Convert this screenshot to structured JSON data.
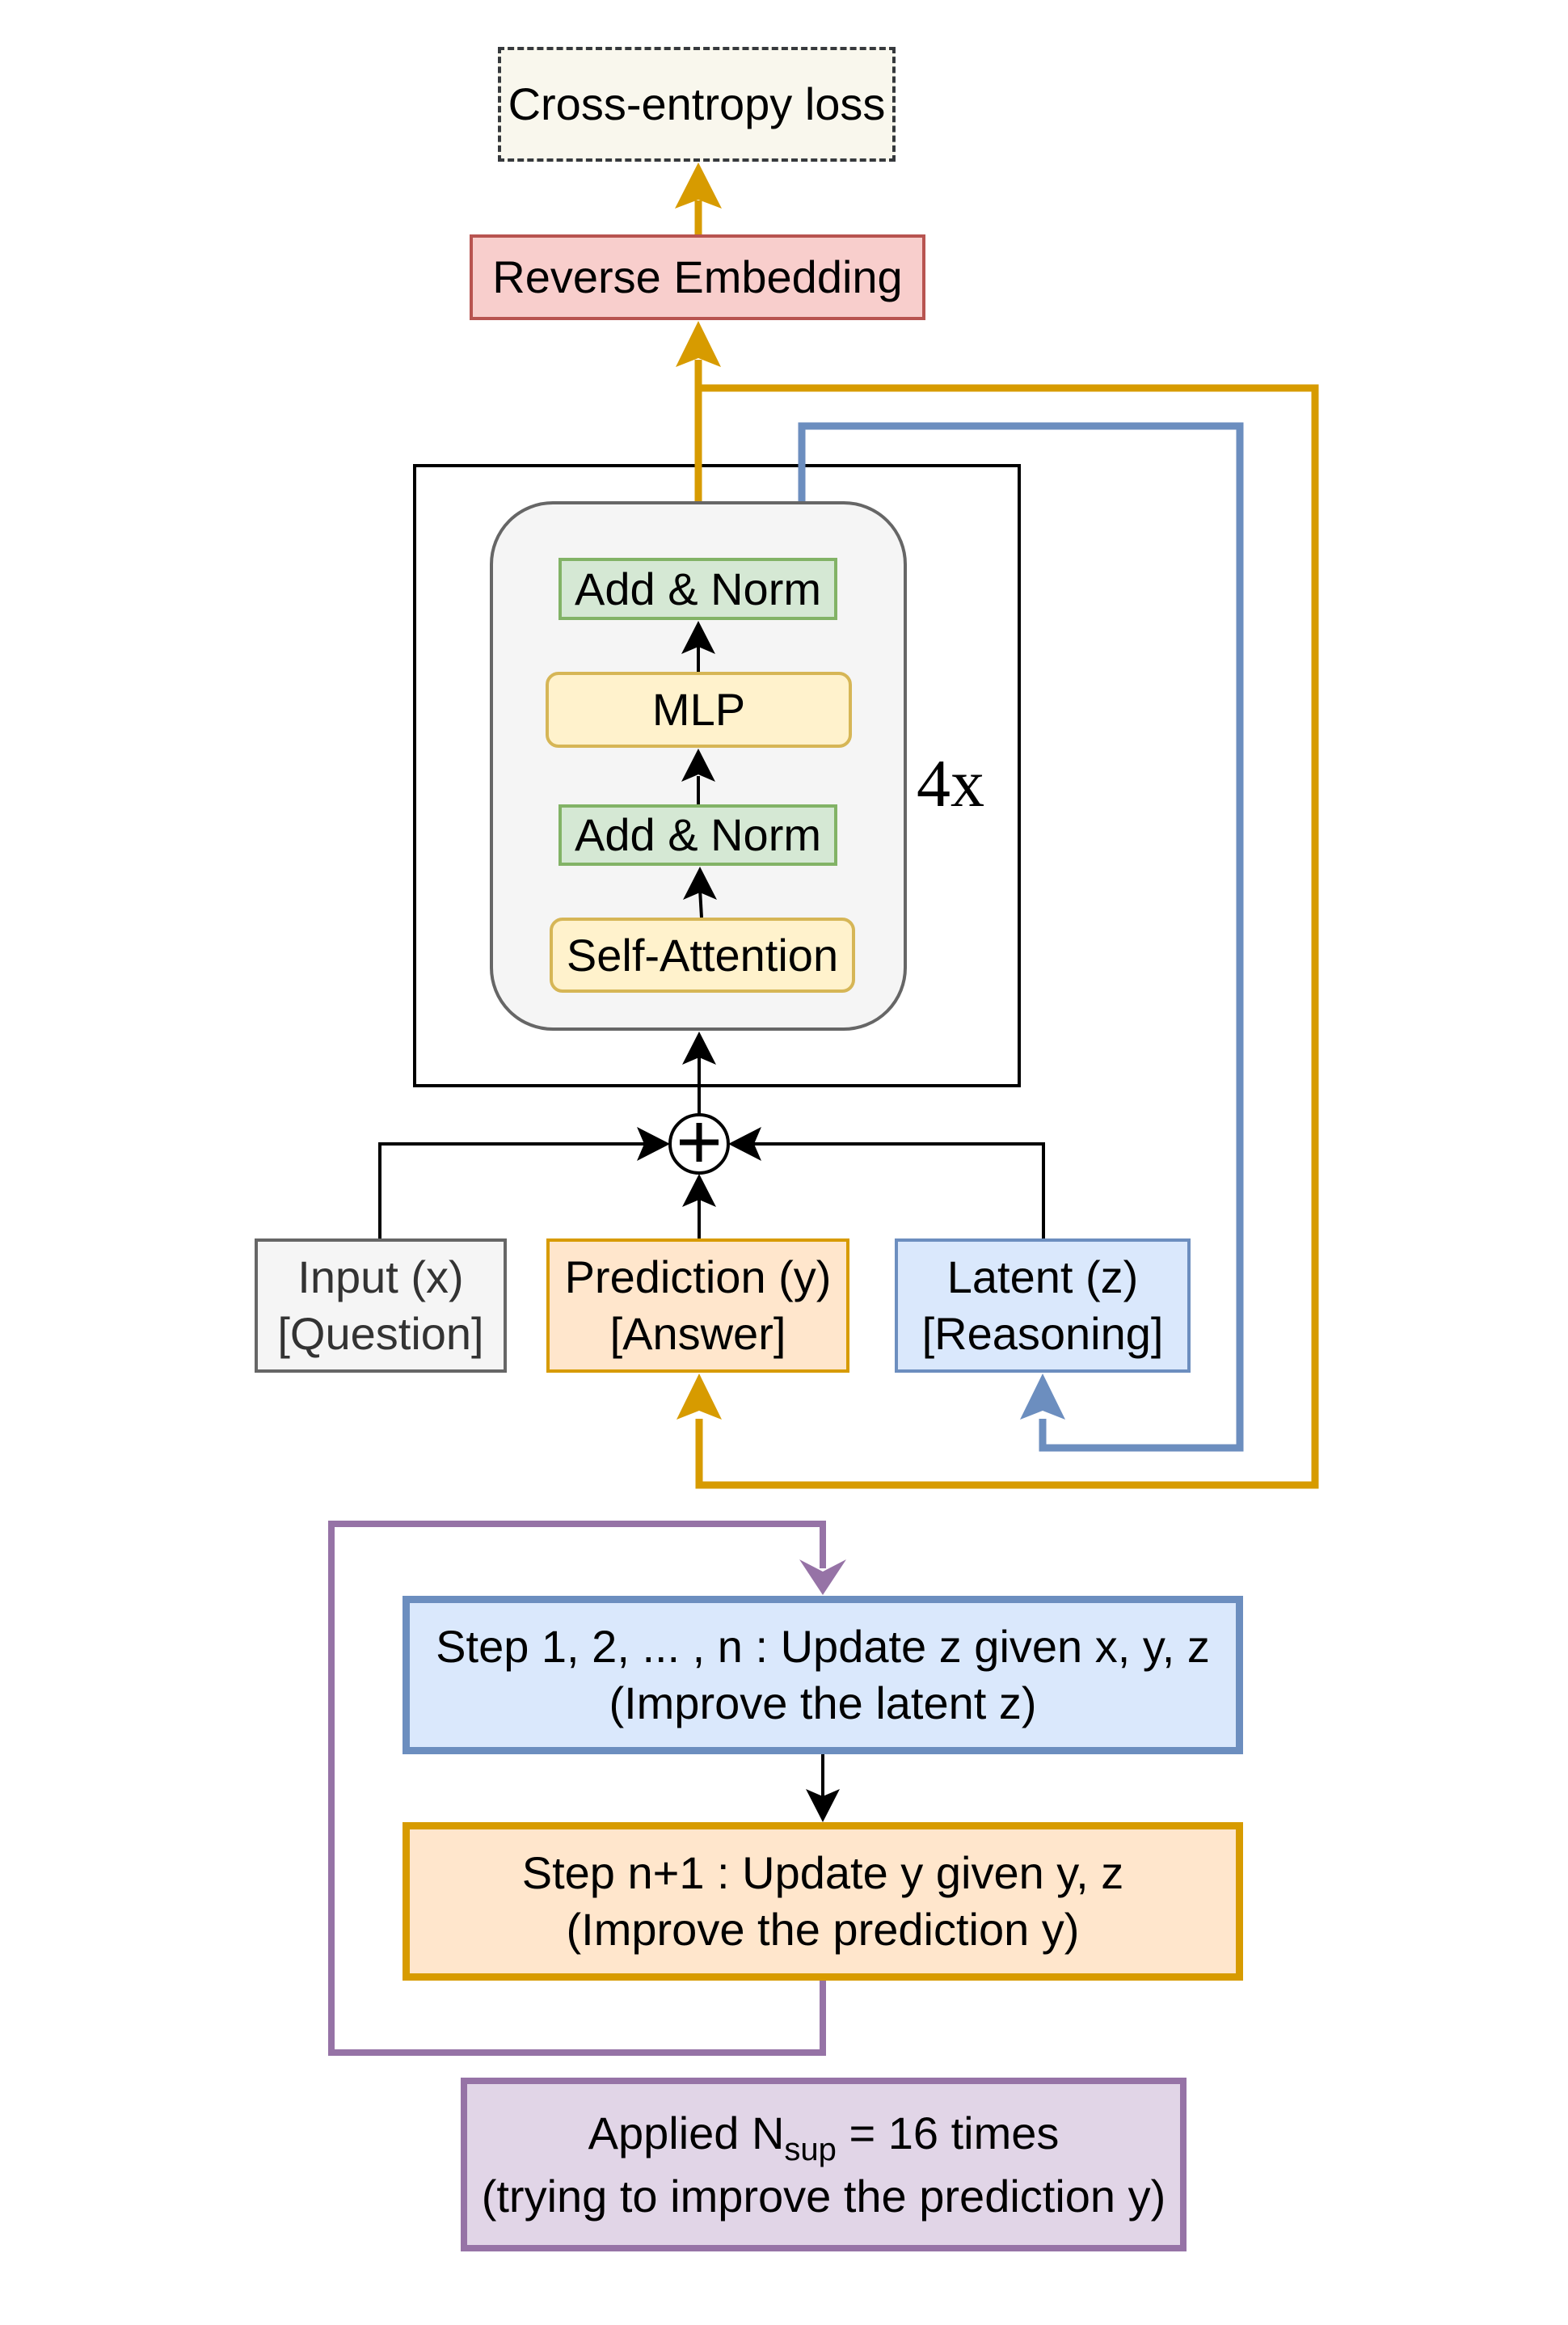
{
  "diagram": {
    "loss": {
      "label": "Cross-entropy loss"
    },
    "reverse_embedding": {
      "label": "Reverse Embedding"
    },
    "block": {
      "repeat_label": "4x",
      "layers": [
        {
          "id": "add-norm-top",
          "label": "Add & Norm"
        },
        {
          "id": "mlp",
          "label": "MLP"
        },
        {
          "id": "add-norm-bottom",
          "label": "Add & Norm"
        },
        {
          "id": "self-attention",
          "label": "Self-Attention"
        }
      ]
    },
    "sum_node": {
      "symbol": "+"
    },
    "inputs": [
      {
        "id": "input-x",
        "line1": "Input (x)",
        "line2": "[Question]"
      },
      {
        "id": "prediction-y",
        "line1": "Prediction (y)",
        "line2": "[Answer]"
      },
      {
        "id": "latent-z",
        "line1": "Latent (z)",
        "line2": "[Reasoning]"
      }
    ],
    "steps": [
      {
        "id": "step-z",
        "line1": "Step 1, 2, ... , n : Update z given x, y, z",
        "line2": "(Improve the latent z)"
      },
      {
        "id": "step-y",
        "line1": "Step n+1 : Update y given y, z",
        "line2": "(Improve the prediction y)"
      }
    ],
    "applied": {
      "prefix": "Applied N",
      "subscript": "sup",
      "suffix": " = 16 times",
      "line2": "(trying to improve the prediction y)"
    }
  },
  "colors": {
    "gold": "#D79B00",
    "blue": "#6C8EBF",
    "purple": "#9673A6",
    "red": "#B85450",
    "black": "#000000"
  }
}
